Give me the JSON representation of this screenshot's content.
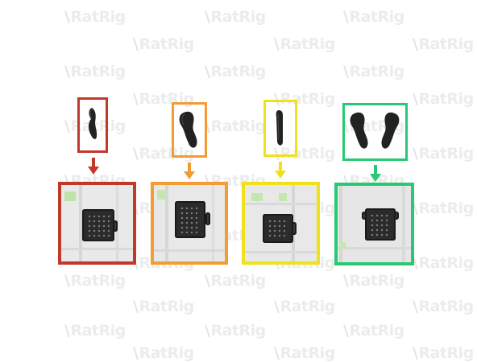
{
  "watermark": {
    "text": "RatRig"
  },
  "steps": [
    {
      "id": "red",
      "color": "#c0392b",
      "part_icon": "single-tall-bracket-icon",
      "view": "mount-red-view"
    },
    {
      "id": "orange",
      "color": "#f39c33",
      "part_icon": "single-curved-bracket-icon",
      "view": "mount-orange-view"
    },
    {
      "id": "yellow",
      "color": "#f1e01c",
      "part_icon": "single-straight-bracket-icon",
      "view": "mount-yellow-view"
    },
    {
      "id": "green",
      "color": "#27c975",
      "part_icon": "double-curved-bracket-icon",
      "view": "mount-green-view"
    }
  ]
}
